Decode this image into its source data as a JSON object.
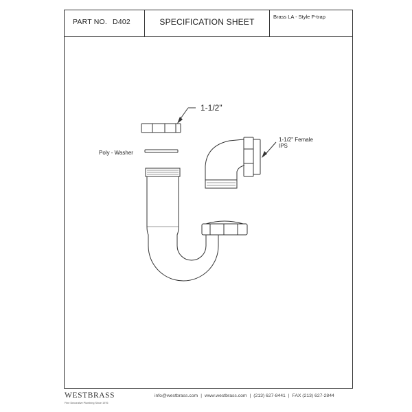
{
  "header": {
    "part_label": "PART NO.",
    "part_number": "D402",
    "title": "SPECIFICATION SHEET",
    "description": "Brass LA - Style P-trap"
  },
  "drawing": {
    "nut_label": "1-1/2\"",
    "washer_label": "Poly - Washer",
    "female_label_line1": "1-1/2\" Female",
    "female_label_line2": "IPS"
  },
  "footer": {
    "brand": "WESTBRASS",
    "tagline": "Fine Decorative Plumbing Since 1976",
    "email": "info@westbrass.com",
    "website": "www.westbrass.com",
    "phone": "(213) 627-8441",
    "fax": "FAX (213) 627-2844",
    "separator": "|"
  }
}
